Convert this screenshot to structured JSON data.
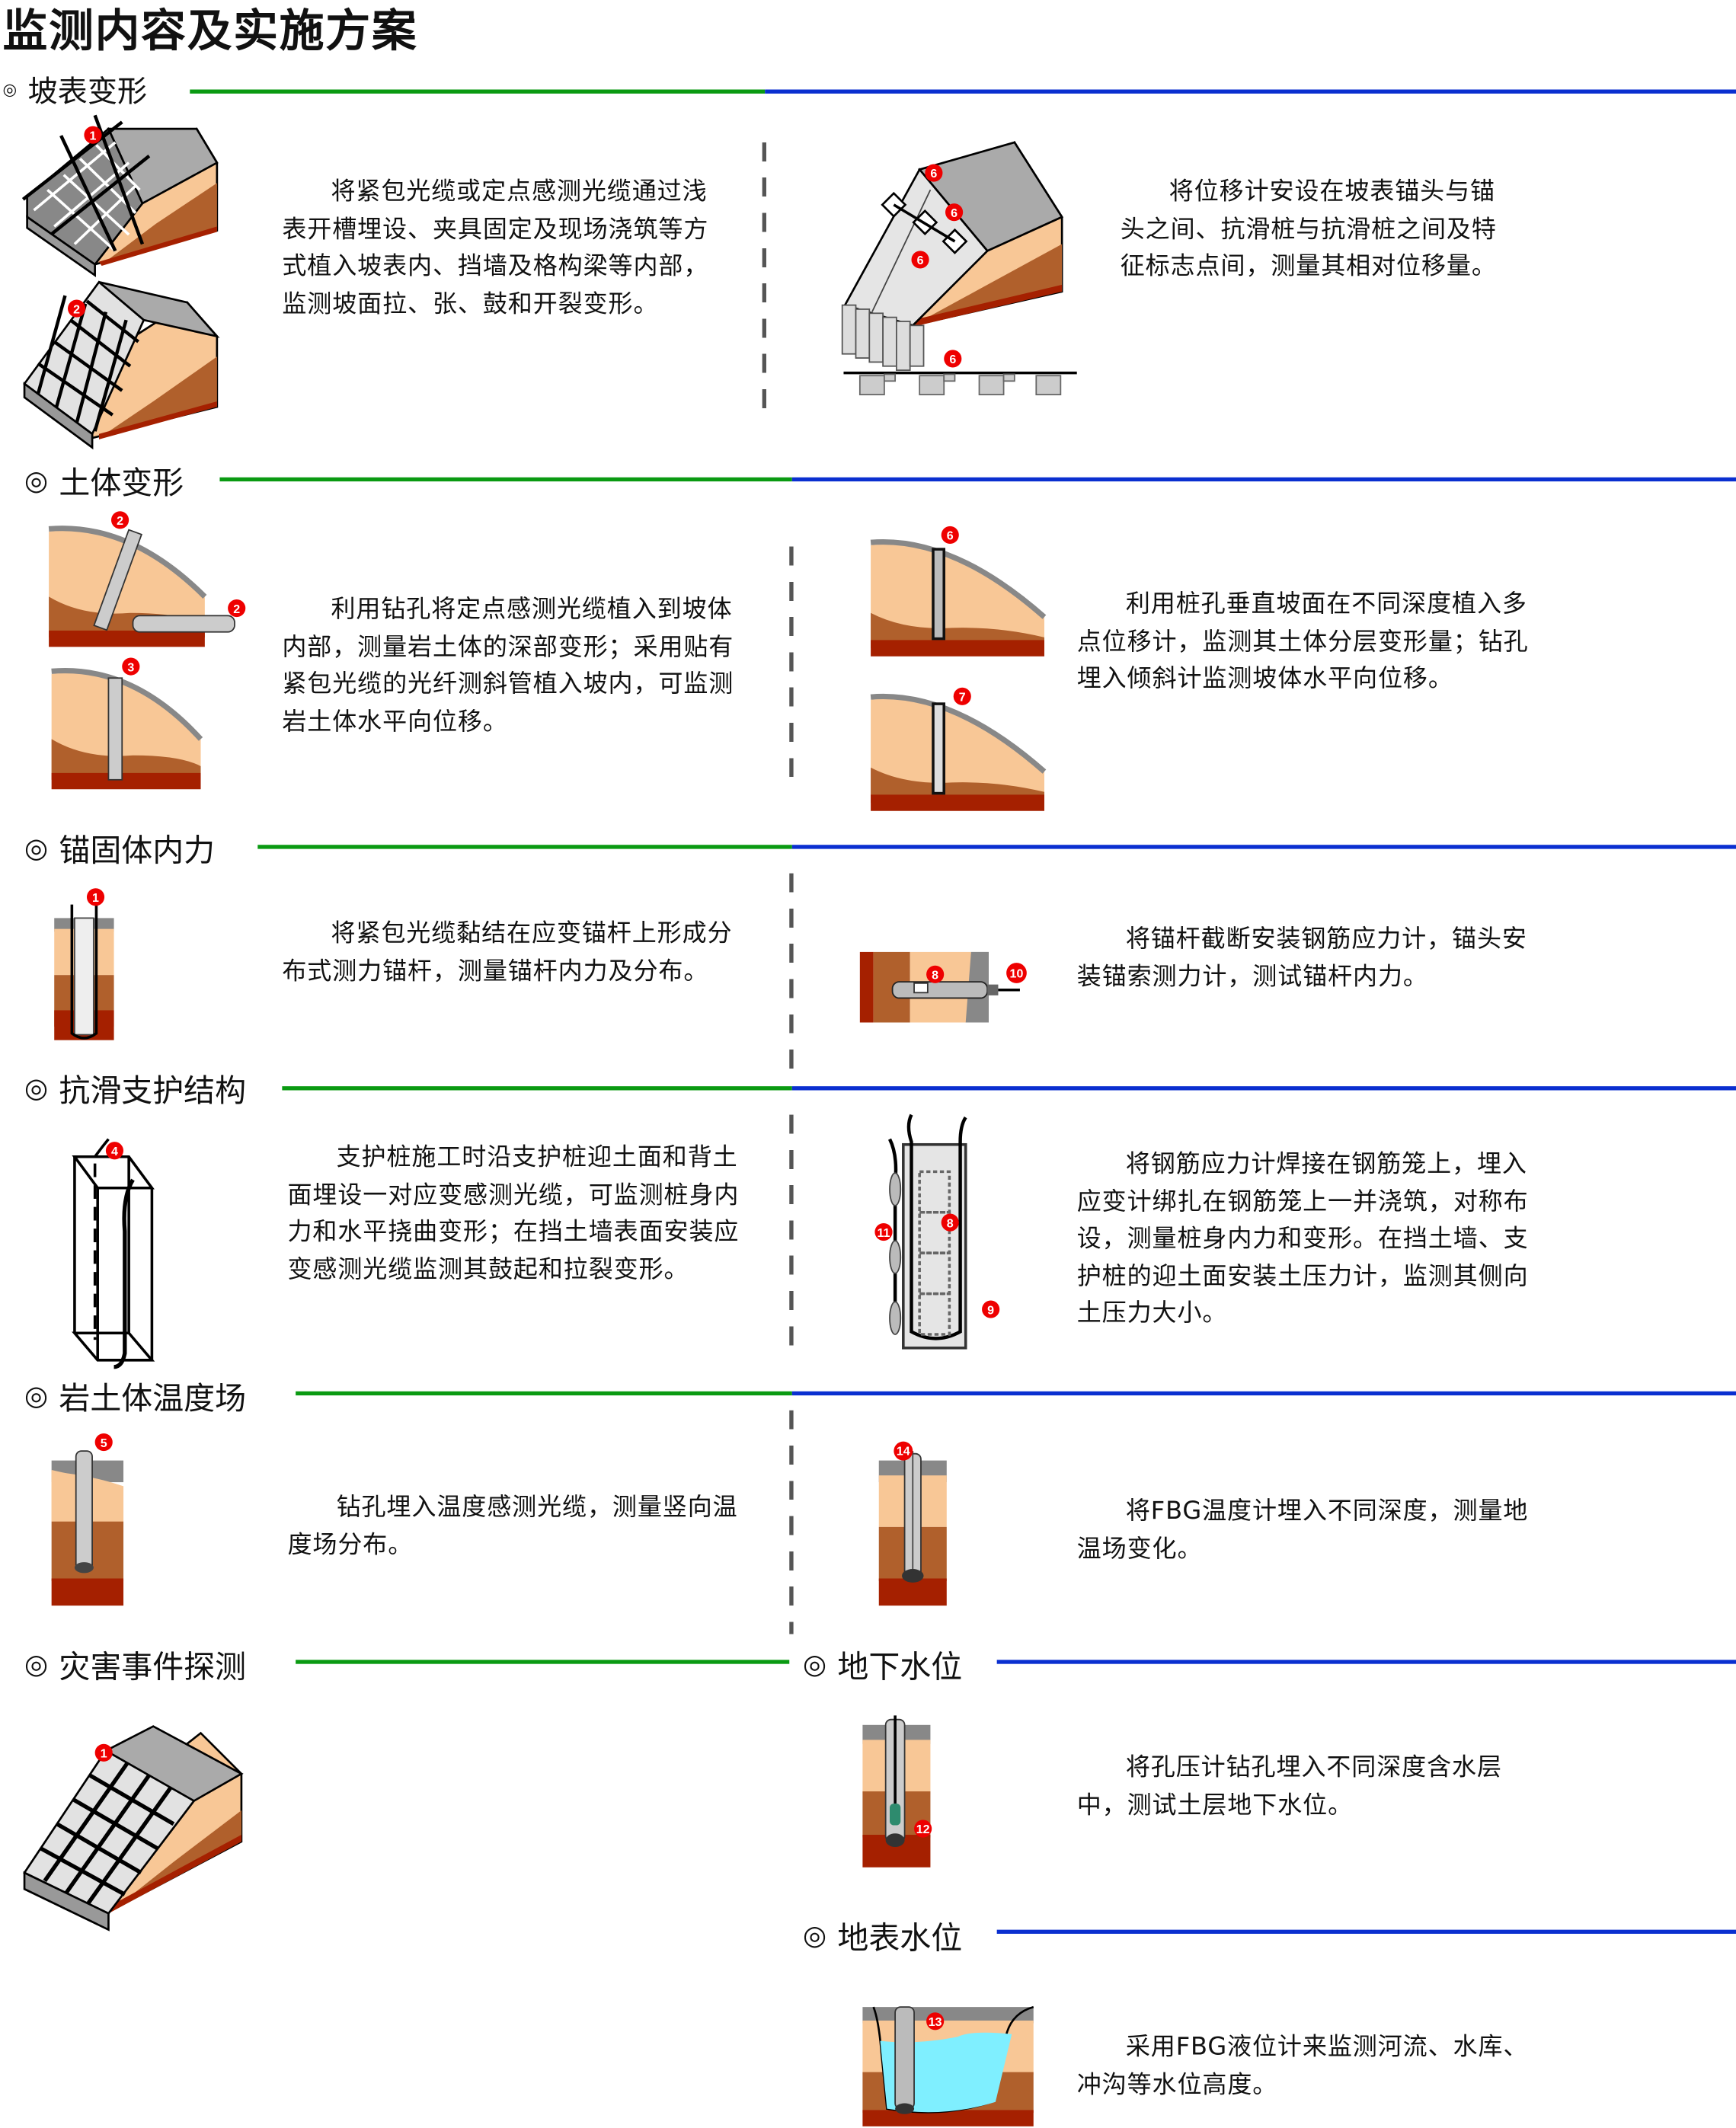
{
  "title": "监测内容及实施方案",
  "section_marker": "◎",
  "colors": {
    "green_rule": "#0a9a12",
    "blue_rule": "#0a2fd0",
    "badge": "#e00000",
    "soil_light": "#f8c796",
    "soil_mid": "#b0602c",
    "soil_deep": "#a52000",
    "surface_grey": "#8c8c8c"
  },
  "sections": [
    {
      "heading": "坡表变形",
      "left": {
        "badges": [
          "1",
          "2"
        ],
        "text": "将紧包光缆或定点感测光缆通过浅表开槽埋设、夹具固定及现场浇筑等方式植入坡表内、挡墙及格构梁等内部，监测坡面拉、张、鼓和开裂变形。"
      },
      "right": {
        "badges": [
          "6",
          "6",
          "6",
          "6"
        ],
        "text": "将位移计安设在坡表锚头与锚头之间、抗滑桩与抗滑桩之间及特征标志点间，测量其相对位移量。"
      }
    },
    {
      "heading": "土体变形",
      "left": {
        "badges": [
          "2",
          "2",
          "3"
        ],
        "text": "利用钻孔将定点感测光缆植入到坡体内部，测量岩土体的深部变形；采用贴有紧包光缆的光纤测斜管植入坡内，可监测岩土体水平向位移。"
      },
      "right": {
        "badges": [
          "6",
          "7"
        ],
        "text": "利用桩孔垂直坡面在不同深度植入多点位移计，监测其土体分层变形量；钻孔埋入倾斜计监测坡体水平向位移。"
      }
    },
    {
      "heading": "锚固体内力",
      "left": {
        "badges": [
          "1"
        ],
        "text": "将紧包光缆黏结在应变锚杆上形成分布式测力锚杆，测量锚杆内力及分布。"
      },
      "right": {
        "badges": [
          "8",
          "10"
        ],
        "text": "将锚杆截断安装钢筋应力计，锚头安装锚索测力计，测试锚杆内力。"
      }
    },
    {
      "heading": "抗滑支护结构",
      "left": {
        "badges": [
          "4"
        ],
        "text": "支护桩施工时沿支护桩迎土面和背土面埋设一对应变感测光缆，可监测桩身内力和水平挠曲变形；在挡土墙表面安装应变感测光缆监测其鼓起和拉裂变形。"
      },
      "right": {
        "badges": [
          "11",
          "8",
          "9"
        ],
        "text": "将钢筋应力计焊接在钢筋笼上，埋入应变计绑扎在钢筋笼上一并浇筑，对称布设，测量桩身内力和变形。在挡土墙、支护桩的迎土面安装土压力计，监测其侧向土压力大小。"
      }
    },
    {
      "heading": "岩土体温度场",
      "left": {
        "badges": [
          "5"
        ],
        "text": "钻孔埋入温度感测光缆，测量竖向温度场分布。"
      },
      "right": {
        "badges": [
          "14"
        ],
        "text": "将FBG温度计埋入不同深度，测量地温场变化。"
      }
    },
    {
      "heading": "灾害事件探测",
      "left": {
        "badges": [
          "1"
        ],
        "text": ""
      }
    },
    {
      "heading": "地下水位",
      "right": {
        "badges": [
          "12"
        ],
        "text": "将孔压计钻孔埋入不同深度含水层中，测试土层地下水位。"
      }
    },
    {
      "heading": "地表水位",
      "right": {
        "badges": [
          "13"
        ],
        "text": "采用FBG液位计来监测河流、水库、冲沟等水位高度。"
      }
    }
  ]
}
